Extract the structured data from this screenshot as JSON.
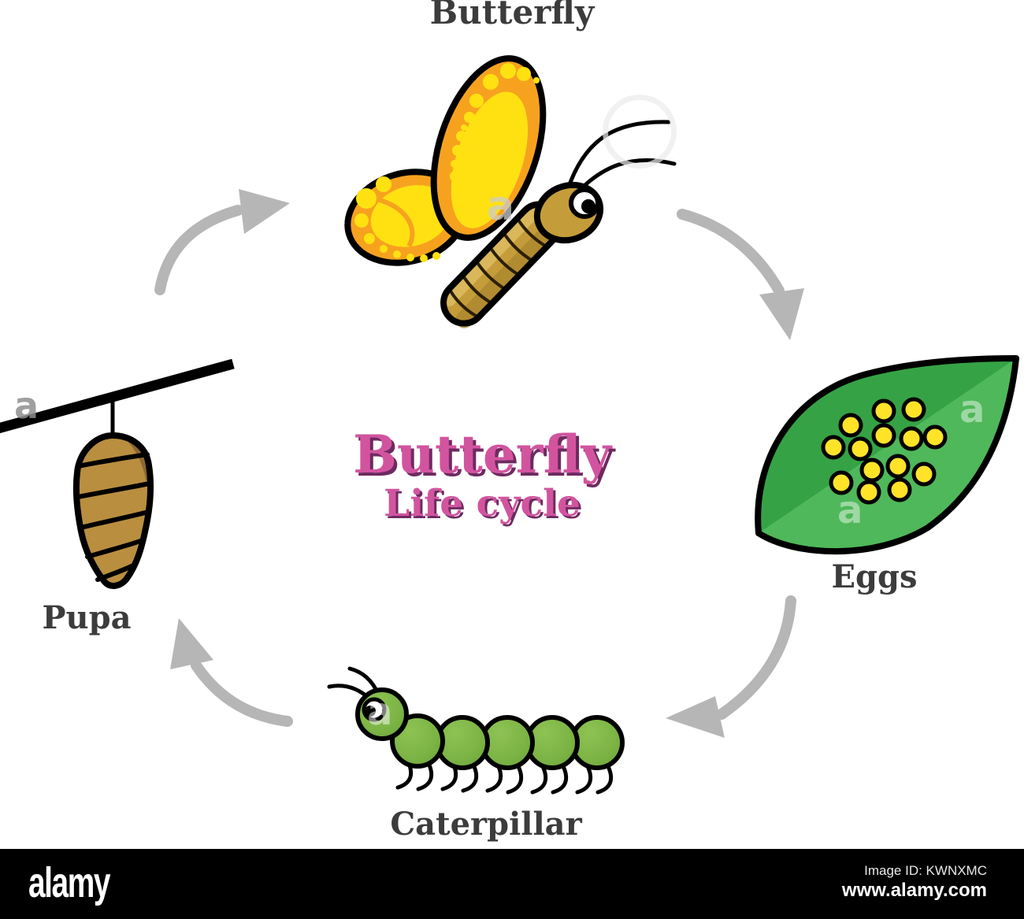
{
  "center": {
    "title": "Butterfly",
    "subtitle": "Life cycle"
  },
  "stages": [
    {
      "id": "butterfly",
      "label": "Butterfly"
    },
    {
      "id": "eggs",
      "label": "Eggs"
    },
    {
      "id": "caterpillar",
      "label": "Caterpillar"
    },
    {
      "id": "pupa",
      "label": "Pupa"
    }
  ],
  "colors": {
    "center_title_pink": "#d2549f",
    "center_title_shadow": "#6e2a61",
    "stage_label_gray": "#3c3c3c",
    "arrow_gray": "#b6b6b6",
    "wing_orange": "#f7a21f",
    "wing_yellow": "#ffe112",
    "butterfly_body_khaki": "#c49c39",
    "leaf_green_dark": "#35a345",
    "leaf_green_light": "#4fb85a",
    "egg_yellow": "#ffe329",
    "caterpillar_green": "#7cb445",
    "pupa_brown": "#b98e3f",
    "pupa_brown_dark": "#8d6832",
    "outline_black": "#000000",
    "footer_bar_black": "#000000"
  },
  "watermark": {
    "letter": "a"
  },
  "footer": {
    "logo_text": "alamy",
    "image_id": "Image ID: KWNXMC",
    "website": "www.alamy.com"
  }
}
